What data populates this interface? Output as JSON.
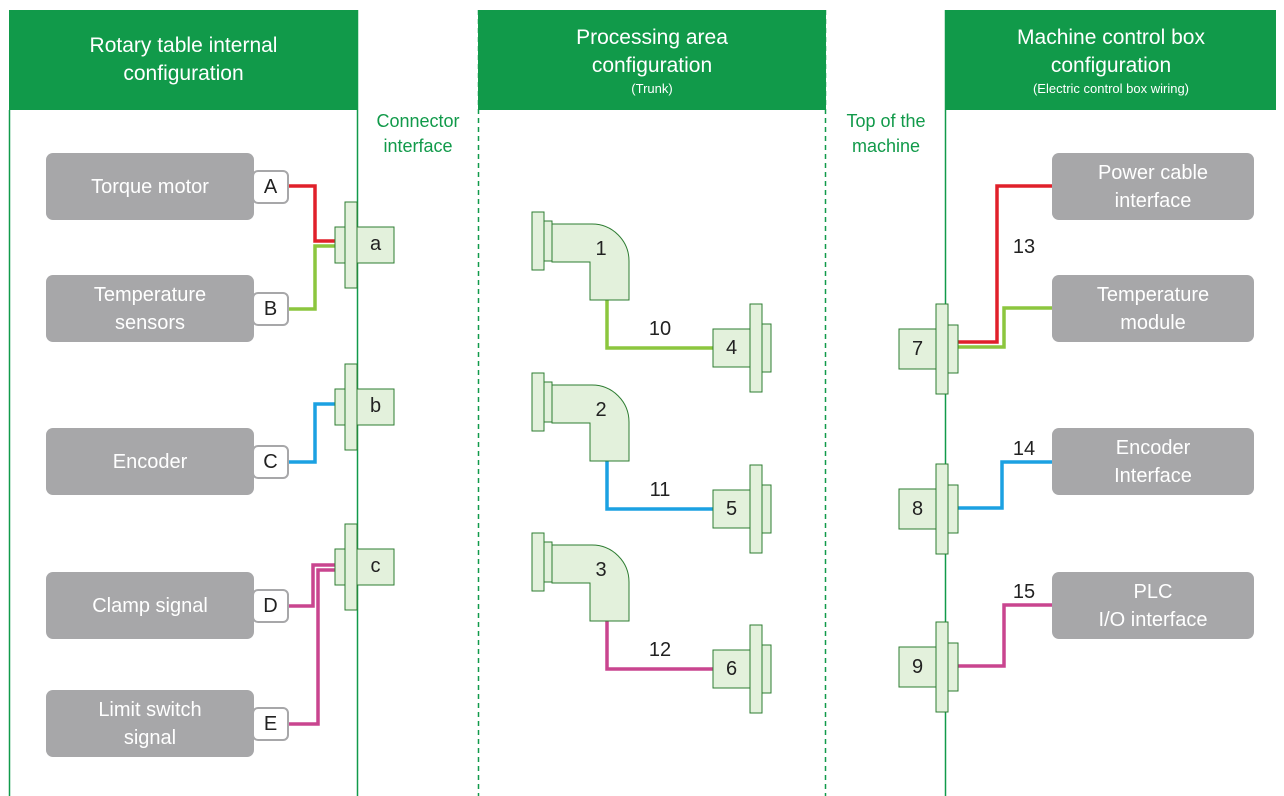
{
  "columns": {
    "rotary": {
      "title_line1": "Rotary table internal",
      "title_line2": "configuration"
    },
    "processing": {
      "title_line1": "Processing area",
      "title_line2": "configuration",
      "subtitle": "(Trunk)"
    },
    "control": {
      "title_line1": "Machine control box",
      "title_line2": "configuration",
      "subtitle": "(Electric control box wiring)"
    }
  },
  "zones": {
    "connector": {
      "line1": "Connector",
      "line2": "interface"
    },
    "top": {
      "line1": "Top of the",
      "line2": "machine"
    }
  },
  "components": [
    {
      "line1": "Torque motor",
      "line2": "",
      "label": "A"
    },
    {
      "line1": "Temperature",
      "line2": "sensors",
      "label": "B"
    },
    {
      "line1": "Encoder",
      "line2": "",
      "label": "C"
    },
    {
      "line1": "Clamp signal",
      "line2": "",
      "label": "D"
    },
    {
      "line1": "Limit switch",
      "line2": "signal",
      "label": "E"
    }
  ],
  "connectors": [
    "a",
    "b",
    "c"
  ],
  "trunk_elbows": [
    "1",
    "2",
    "3"
  ],
  "trunk_ends": [
    "4",
    "5",
    "6"
  ],
  "trunk_cables": [
    "10",
    "11",
    "12"
  ],
  "control_connectors": [
    "7",
    "8",
    "9"
  ],
  "control_cables": [
    "13",
    "14",
    "15"
  ],
  "interfaces": [
    {
      "line1": "Power cable",
      "line2": "interface"
    },
    {
      "line1": "Temperature",
      "line2": "module"
    },
    {
      "line1": "Encoder",
      "line2": "Interface"
    },
    {
      "line1": "PLC",
      "line2": "I/O interface"
    }
  ],
  "colors": {
    "header_green": "#119a4a",
    "power_red": "#e0202a",
    "temperature_green": "#8cc63e",
    "encoder_blue": "#1ba1e2",
    "signal_magenta": "#c9458f",
    "connector_fill": "#e3f1dc",
    "box_gray": "#a7a7a9"
  }
}
